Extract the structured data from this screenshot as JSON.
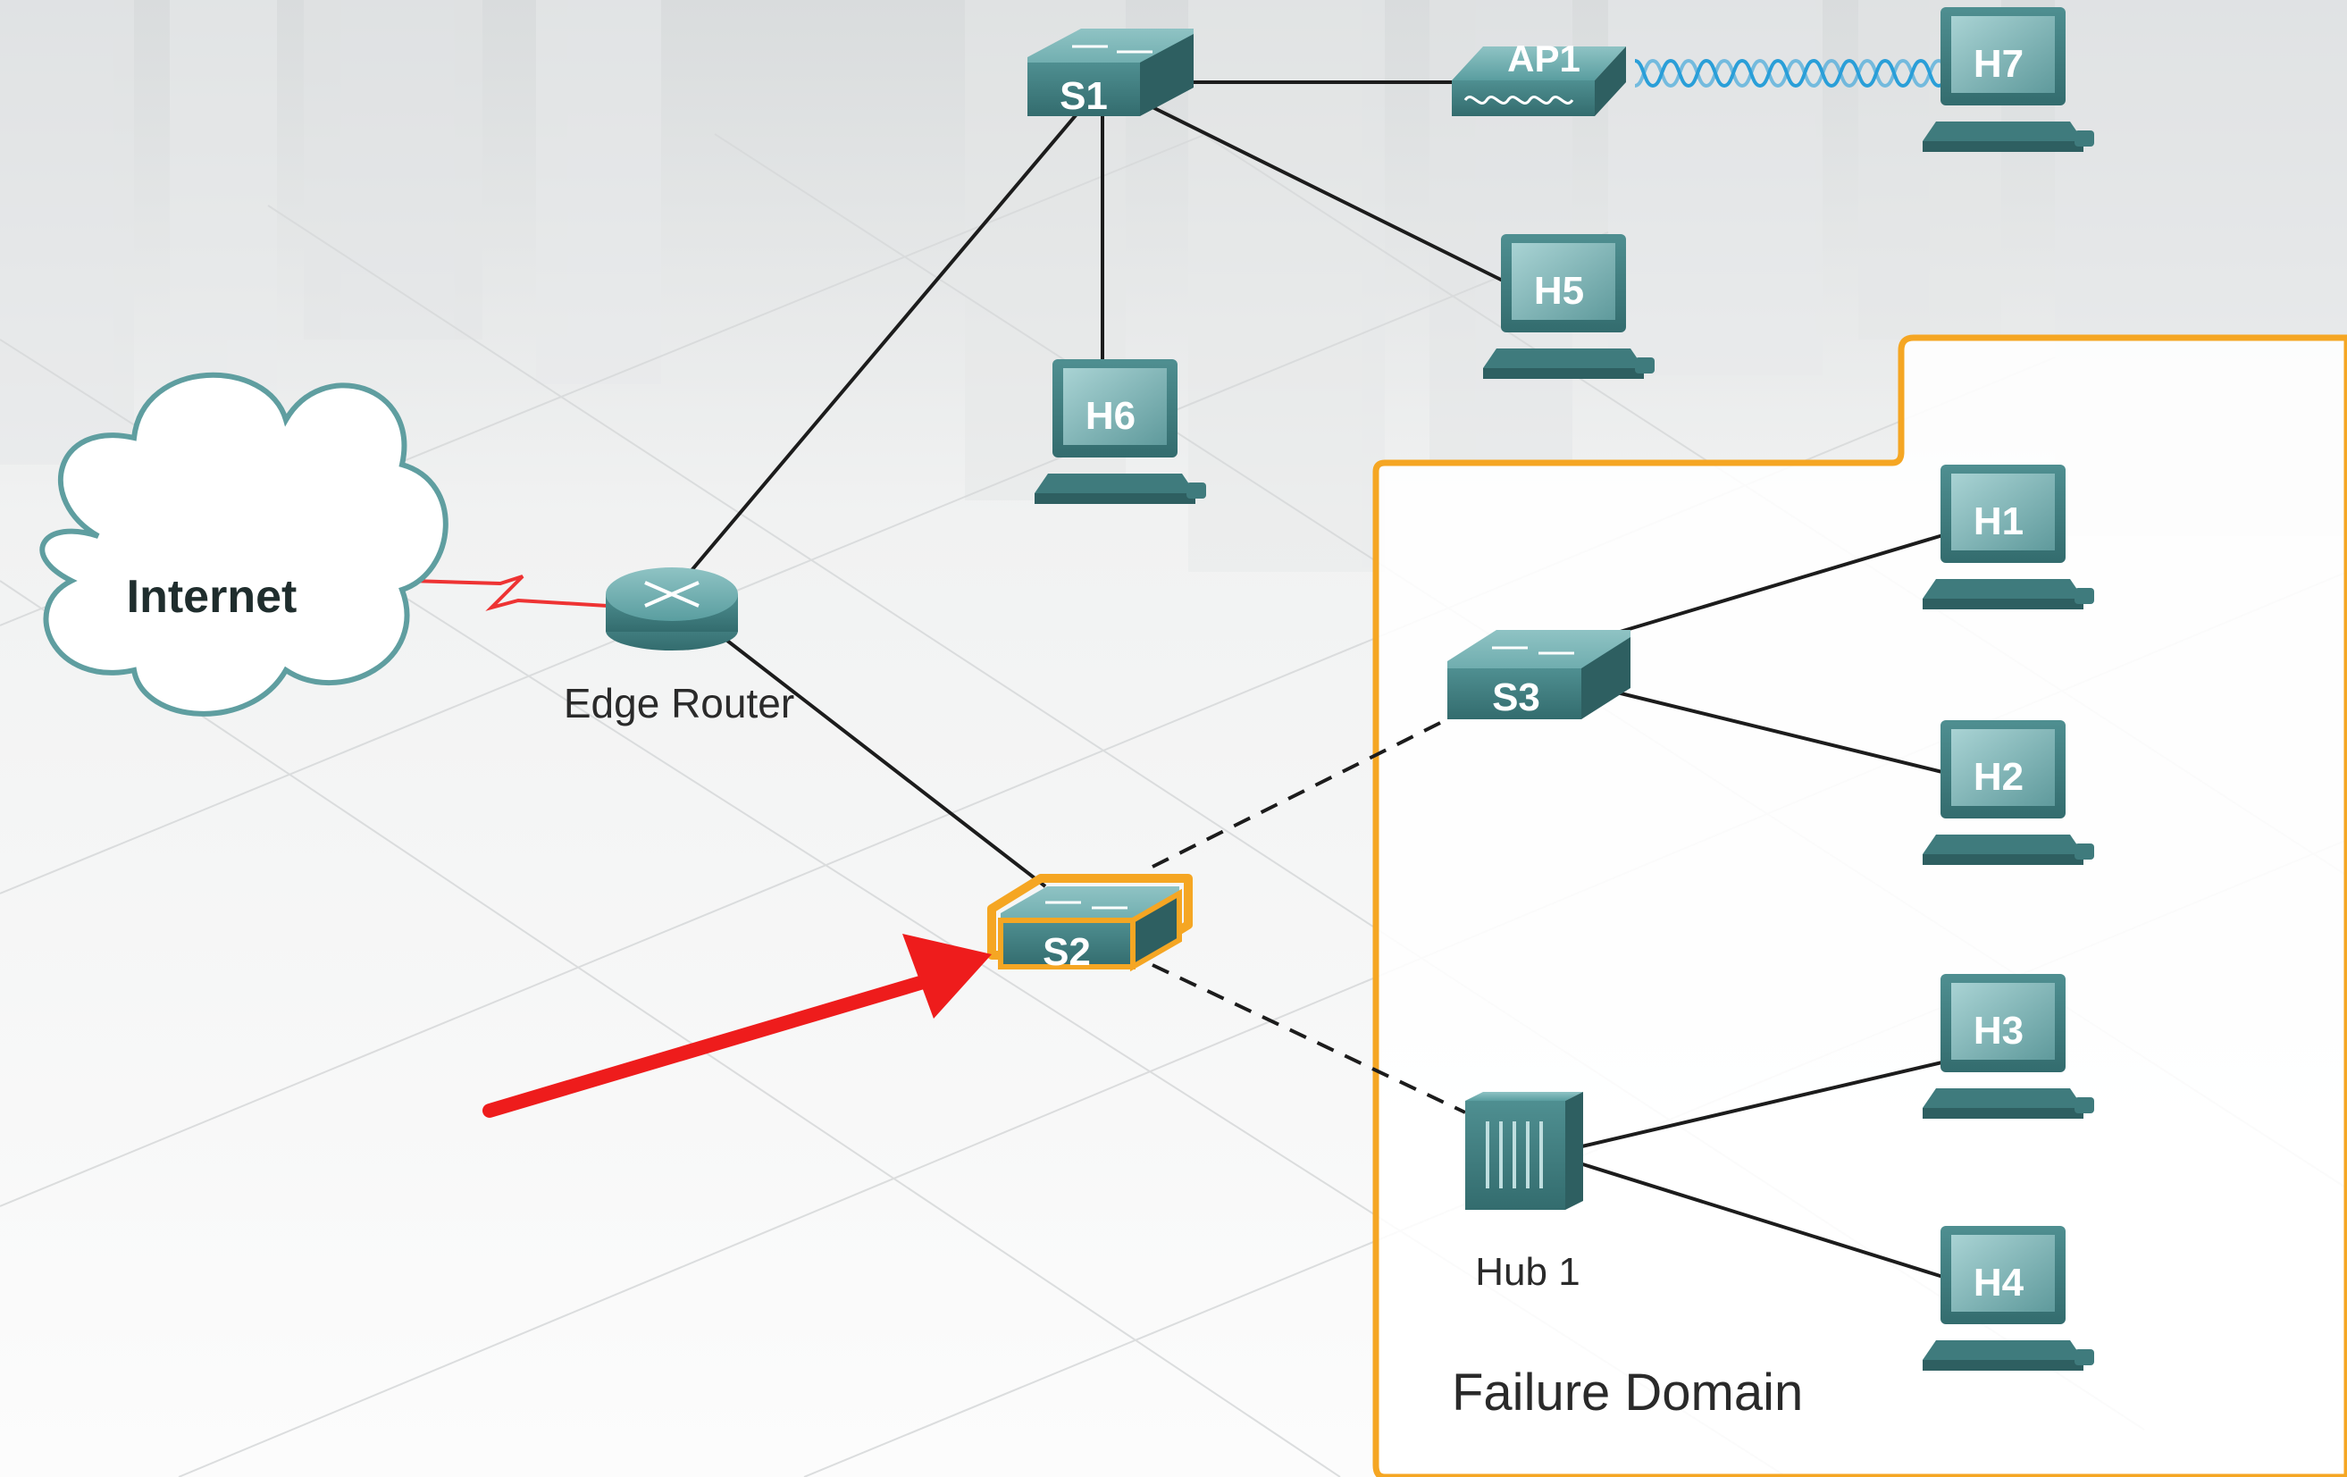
{
  "cloud": {
    "label": "Internet"
  },
  "router": {
    "label": "Edge Router"
  },
  "switches": {
    "s1": "S1",
    "s2": "S2",
    "s3": "S3"
  },
  "access_point": {
    "label": "AP1"
  },
  "hub": {
    "label": "Hub 1"
  },
  "hosts": {
    "h1": "H1",
    "h2": "H2",
    "h3": "H3",
    "h4": "H4",
    "h5": "H5",
    "h6": "H6",
    "h7": "H7"
  },
  "failure_domain": {
    "label": "Failure Domain"
  },
  "colors": {
    "device": "#4f8f91",
    "domain_border": "#f5a623",
    "arrow": "#ee1c1c",
    "serial_link": "#ee3333",
    "wireless": "#2a9fd8"
  }
}
